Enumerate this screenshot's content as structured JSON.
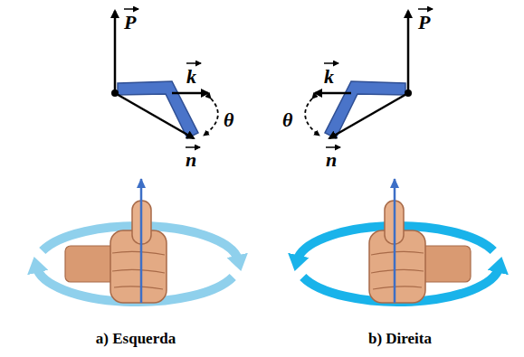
{
  "diagram": {
    "labels": [
      "P",
      "k",
      "θ",
      "n",
      "a) Esquerda",
      "P",
      "k",
      "θ",
      "n",
      "b) Direita"
    ]
  }
}
